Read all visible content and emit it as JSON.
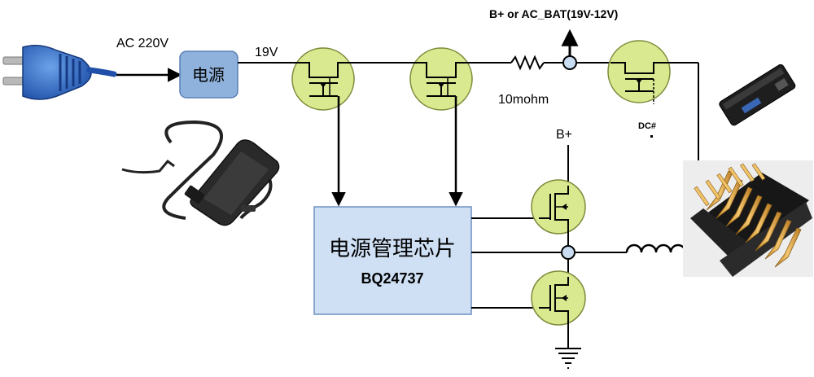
{
  "labels": {
    "ac_input": "AC 220V",
    "supply": "电源",
    "v19": "19V",
    "bplus_top": "B+ or AC_BAT(19V-12V)",
    "sense_resistor": "10mohm",
    "dc_hash": "DC#",
    "bplus_mid": "B+",
    "chip_name": "电源管理芯片",
    "chip_part": "BQ24737"
  },
  "colors": {
    "wire": "#000000",
    "mosfet_fill": "#d9e98f",
    "mosfet_stroke": "#7d8a3a",
    "supply_fill": "#8fb2dc",
    "chip_fill": "#cfe0f5",
    "chip_stroke": "#6d8fc0",
    "node_fill": "#c9ddf2"
  },
  "icons": [
    "ac-plug-icon",
    "power-adapter-icon",
    "laptop-battery-icon",
    "battery-connector-icon",
    "inductor-icon",
    "resistor-icon",
    "ground-icon",
    "mosfet-icon"
  ]
}
